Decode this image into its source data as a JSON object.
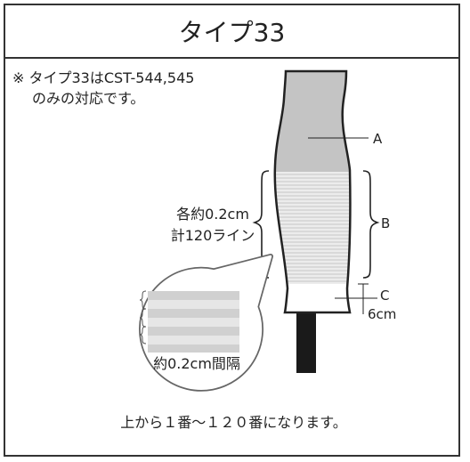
{
  "title": "タイプ33",
  "note": {
    "line1": "※ タイプ33はCST-544,545",
    "line2": "のみの対応です。"
  },
  "labels": {
    "a": "A",
    "b": "B",
    "c": "C",
    "c_size": "6cm",
    "spacing_line1": "各約0.2cm",
    "spacing_line2": "計120ライン",
    "bubble": "約0.2cm間隔"
  },
  "caption": "上から１番～１２０番になります。",
  "colors": {
    "section_a": "#c4c4c4",
    "section_b_light": "#ececec",
    "section_b_dark": "#d9d9d9",
    "outline": "#222222",
    "shaft": "#1a1a1a"
  }
}
